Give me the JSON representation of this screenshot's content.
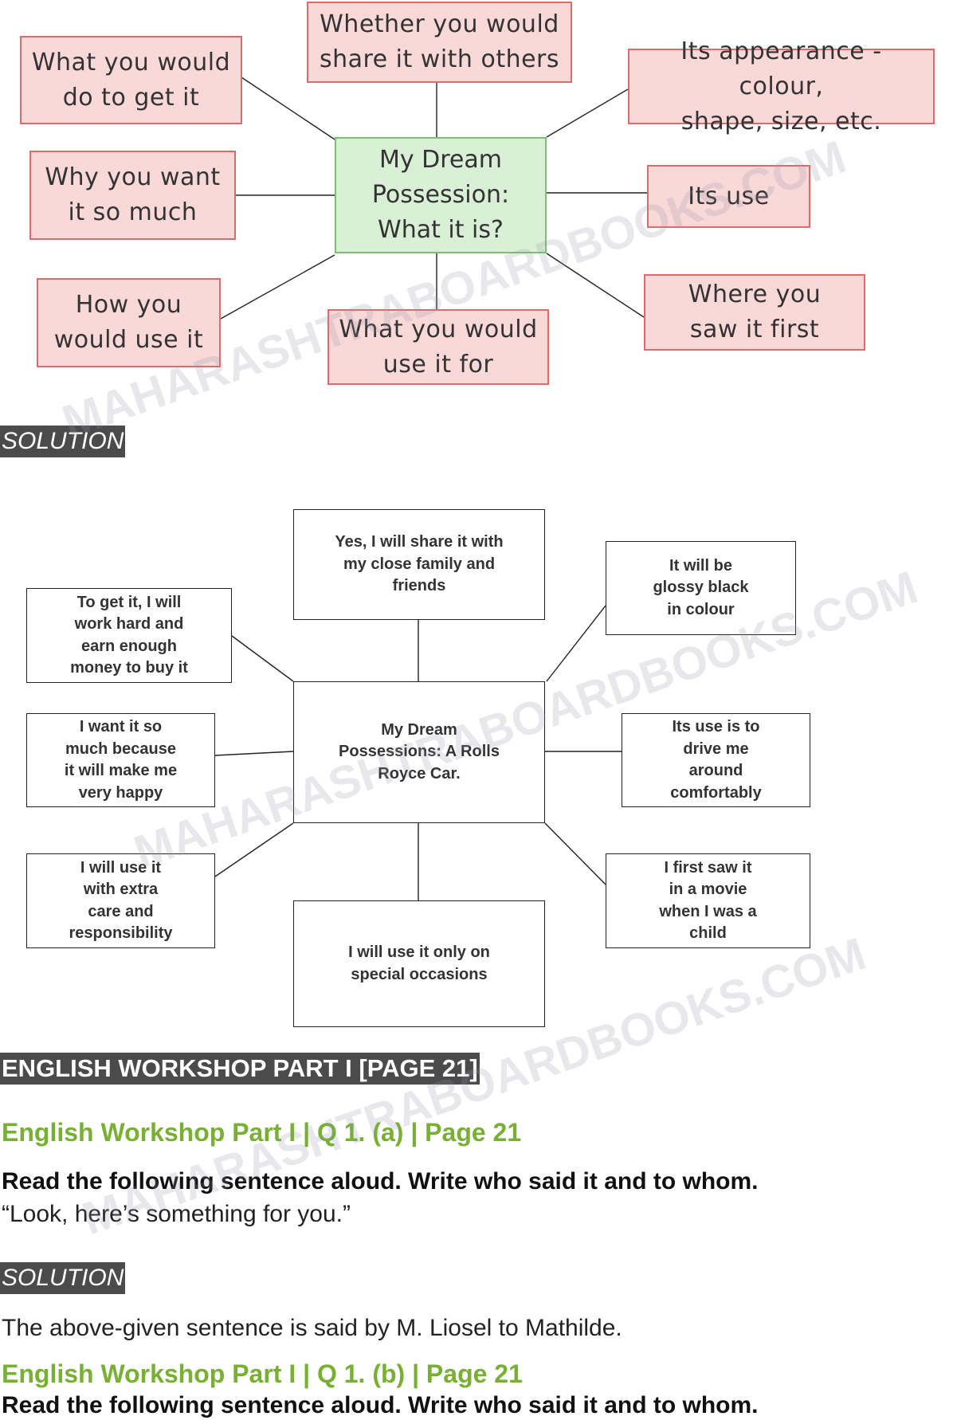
{
  "question_map": {
    "center": [
      "My Dream",
      "Possession:",
      "What it is?"
    ],
    "nodes": {
      "do_to_get": [
        "What you would",
        "do to get it"
      ],
      "share": [
        "Whether you would",
        "share it with others"
      ],
      "appearance": [
        "Its appearance - colour,",
        "shape, size, etc."
      ],
      "why_want": [
        "Why you want",
        "it so much"
      ],
      "its_use": [
        "Its use"
      ],
      "how_use": [
        "How you",
        "would use it"
      ],
      "use_for": [
        "What you would",
        "use it for"
      ],
      "where_saw": [
        "Where you",
        "saw it first"
      ]
    }
  },
  "solution_label": "SOLUTION",
  "solution_map": {
    "center": [
      "My Dream",
      "Possessions: A Rolls",
      "Royce Car."
    ],
    "nodes": {
      "share": [
        "Yes, I will share it with",
        "my close family and",
        "friends"
      ],
      "get": [
        "To get it, I will",
        "work hard and",
        "earn enough",
        "money to buy it"
      ],
      "colour": [
        "It will be",
        "glossy black",
        "in colour"
      ],
      "why": [
        "I want it so",
        "much because",
        "it will make me",
        "very happy"
      ],
      "use": [
        "Its use is to",
        "drive me",
        "around",
        "comfortably"
      ],
      "how": [
        "I will use it",
        "with extra",
        "care and",
        "responsibility"
      ],
      "occasions": [
        "I will use it only on",
        "special occasions"
      ],
      "first_saw": [
        "I first saw it",
        "in a movie",
        "when I was a",
        "child"
      ]
    }
  },
  "section_band": "ENGLISH WORKSHOP PART I [PAGE 21]",
  "q1a": {
    "heading": "English Workshop Part I | Q 1. (a) | Page 21",
    "instruction": "Read the following sentence aloud. Write who said it and to whom.",
    "quote": "“Look, here’s something for you.”"
  },
  "solution_label_2": "SOLUTION",
  "answer_1a": "The above-given sentence is said by M. Liosel to Mathilde.",
  "q1b": {
    "heading": "English Workshop Part I | Q 1. (b) | Page 21",
    "instruction": "Read the following sentence aloud. Write who said it and to whom."
  },
  "watermark": "MAHARASHTRABOARDBOOKS.COM"
}
